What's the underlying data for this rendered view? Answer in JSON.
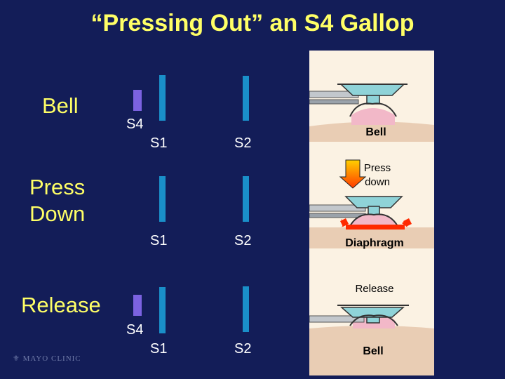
{
  "title": "“Pressing Out” an S4 Gallop",
  "rows": {
    "bell": {
      "label": "Bell",
      "s4": "S4",
      "s1": "S1",
      "s2": "S2"
    },
    "press": {
      "label_line1": "Press",
      "label_line2": "Down",
      "s1": "S1",
      "s2": "S2"
    },
    "release": {
      "label": "Release",
      "s4": "S4",
      "s1": "S1",
      "s2": "S2"
    }
  },
  "panel": {
    "bell_label": "Bell",
    "press_label_line1": "Press",
    "press_label_line2": "down",
    "diaphragm_label": "Diaphragm",
    "release_label": "Release",
    "bell_label_bottom": "Bell"
  },
  "logo": {
    "text": "MAYO CLINIC"
  },
  "colors": {
    "background": "#131d58",
    "title": "#ffff66",
    "s1_s2_bar": "#1a8fc9",
    "s4_bar": "#7b62e0",
    "diaphragm": "#ff2a00"
  }
}
